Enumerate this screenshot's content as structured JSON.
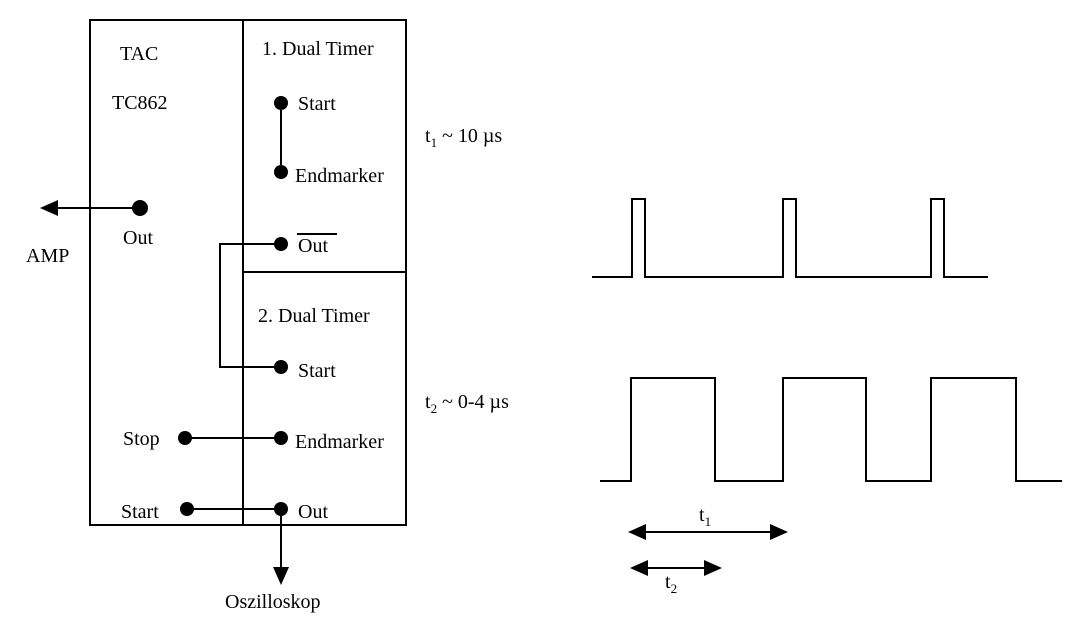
{
  "module": {
    "name_line1": "TAC",
    "name_line2": "TC862",
    "out_label": "Out",
    "stop_label": "Stop",
    "start_label": "Start"
  },
  "timer1": {
    "title": "1. Dual Timer",
    "start_label": "Start",
    "endmarker_label": "Endmarker",
    "out_bar_label": "Out"
  },
  "timer2": {
    "title": "2. Dual Timer",
    "start_label": "Start",
    "endmarker_label": "Endmarker",
    "out_label": "Out"
  },
  "external": {
    "amp_label": "AMP",
    "oscilloscope_label": "Oszilloskop"
  },
  "timing": {
    "t1_symbol": "t",
    "t1_sub": "1",
    "t1_value": "~ 10 µs",
    "t2_symbol": "t",
    "t2_sub": "2",
    "t2_value": "~ 0-4 µs"
  },
  "colors": {
    "ink": "#000000",
    "background": "#ffffff"
  }
}
